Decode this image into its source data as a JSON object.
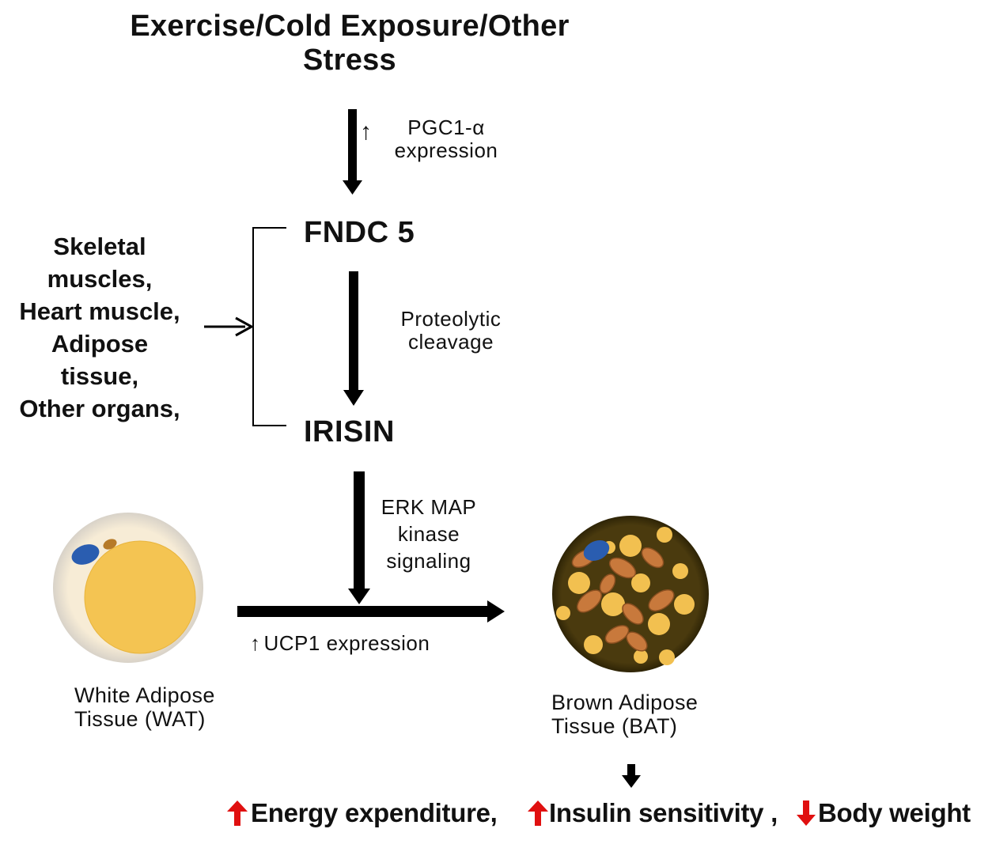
{
  "title_lines": [
    "Exercise/Cold Exposure/Other",
    "Stress"
  ],
  "nodes": {
    "fndc5": "FNDC 5",
    "irisin": "IRISIN"
  },
  "step_labels": {
    "pgc1_up": "↑",
    "pgc1_lines": [
      "PGC1-α",
      "expression"
    ],
    "cleavage_lines": [
      "Proteolytic",
      "cleavage"
    ],
    "erk_lines": [
      "ERK MAP",
      "kinase",
      "signaling"
    ],
    "ucp1_up": "↑",
    "ucp1": "UCP1 expression"
  },
  "source_organs": [
    "Skeletal",
    "muscles,",
    "Heart muscle,",
    "Adipose",
    "tissue,",
    "Other organs,"
  ],
  "tissues": {
    "wat_lines": [
      "White Adipose",
      "Tissue (WAT)"
    ],
    "bat_lines": [
      "Brown Adipose",
      "Tissue (BAT)"
    ]
  },
  "outcomes": [
    {
      "direction": "up",
      "text": "Energy expenditure,"
    },
    {
      "direction": "up",
      "text": "Insulin sensitivity ,"
    },
    {
      "direction": "down",
      "text": "Body weight"
    }
  ],
  "colors": {
    "arrow": "#000000",
    "outcome_arrow": "#e01010",
    "wat_outer": "#f7ecd6",
    "wat_fat": "#f4c452",
    "nucleus_blue": "#2a5db0",
    "bat_background": "#4a3a0e",
    "bat_lipid": "#f2c050",
    "bat_mito": "#c8793c"
  }
}
